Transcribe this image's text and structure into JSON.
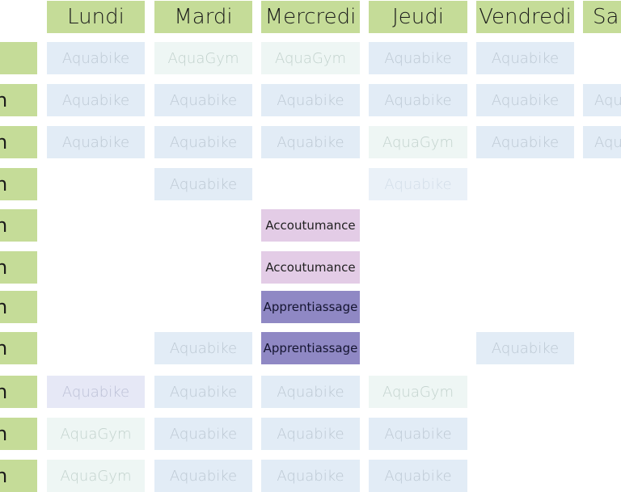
{
  "days": [
    "Lundi",
    "Mardi",
    "Mercredi",
    "Jeudi",
    "Vendredi",
    "Sam"
  ],
  "row_labels": [
    "",
    "h",
    "h",
    "h",
    "h",
    "h",
    "h",
    "h",
    "h",
    "h",
    "h"
  ],
  "cells": [
    {
      "row": 0,
      "day": 0,
      "label": "Aquabike",
      "style": "aquabike"
    },
    {
      "row": 0,
      "day": 1,
      "label": "AquaGym",
      "style": "aquagym"
    },
    {
      "row": 0,
      "day": 2,
      "label": "AquaGym",
      "style": "aquagym"
    },
    {
      "row": 0,
      "day": 3,
      "label": "Aquabike",
      "style": "aquabike"
    },
    {
      "row": 0,
      "day": 4,
      "label": "Aquabike",
      "style": "aquabike"
    },
    {
      "row": 1,
      "day": 0,
      "label": "Aquabike",
      "style": "aquabike"
    },
    {
      "row": 1,
      "day": 1,
      "label": "Aquabike",
      "style": "aquabike"
    },
    {
      "row": 1,
      "day": 2,
      "label": "Aquabike",
      "style": "aquabike"
    },
    {
      "row": 1,
      "day": 3,
      "label": "Aquabike",
      "style": "aquabike"
    },
    {
      "row": 1,
      "day": 4,
      "label": "Aquabike",
      "style": "aquabike"
    },
    {
      "row": 1,
      "day": 5,
      "label": "Aqu",
      "style": "aquabike"
    },
    {
      "row": 2,
      "day": 0,
      "label": "Aquabike",
      "style": "aquabike"
    },
    {
      "row": 2,
      "day": 1,
      "label": "Aquabike",
      "style": "aquabike"
    },
    {
      "row": 2,
      "day": 2,
      "label": "Aquabike",
      "style": "aquabike"
    },
    {
      "row": 2,
      "day": 3,
      "label": "AquaGym",
      "style": "aquagym"
    },
    {
      "row": 2,
      "day": 4,
      "label": "Aquabike",
      "style": "aquabike"
    },
    {
      "row": 2,
      "day": 5,
      "label": "Aqu",
      "style": "aquabike"
    },
    {
      "row": 3,
      "day": 1,
      "label": "Aquabike",
      "style": "aquabike"
    },
    {
      "row": 3,
      "day": 3,
      "label": "Aquabike",
      "style": "pale"
    },
    {
      "row": 4,
      "day": 2,
      "label": "Accoutumance",
      "style": "accout"
    },
    {
      "row": 5,
      "day": 2,
      "label": "Accoutumance",
      "style": "accout"
    },
    {
      "row": 6,
      "day": 2,
      "label": "Apprentiassage",
      "style": "appr"
    },
    {
      "row": 7,
      "day": 1,
      "label": "Aquabike",
      "style": "aquabike"
    },
    {
      "row": 7,
      "day": 2,
      "label": "Apprentiassage",
      "style": "appr"
    },
    {
      "row": 7,
      "day": 4,
      "label": "Aquabike",
      "style": "aquabike"
    },
    {
      "row": 8,
      "day": 0,
      "label": "Aquabike",
      "style": "lavender"
    },
    {
      "row": 8,
      "day": 1,
      "label": "Aquabike",
      "style": "aquabike"
    },
    {
      "row": 8,
      "day": 2,
      "label": "Aquabike",
      "style": "aquabike"
    },
    {
      "row": 8,
      "day": 3,
      "label": "AquaGym",
      "style": "aquagym"
    },
    {
      "row": 9,
      "day": 0,
      "label": "AquaGym",
      "style": "aquagym"
    },
    {
      "row": 9,
      "day": 1,
      "label": "Aquabike",
      "style": "aquabike"
    },
    {
      "row": 9,
      "day": 2,
      "label": "Aquabike",
      "style": "aquabike"
    },
    {
      "row": 9,
      "day": 3,
      "label": "Aquabike",
      "style": "aquabike"
    },
    {
      "row": 10,
      "day": 0,
      "label": "AquaGym",
      "style": "aquagym"
    },
    {
      "row": 10,
      "day": 1,
      "label": "Aquabike",
      "style": "aquabike"
    },
    {
      "row": 10,
      "day": 2,
      "label": "Aquabike",
      "style": "aquabike"
    },
    {
      "row": 10,
      "day": 3,
      "label": "Aquabike",
      "style": "aquabike"
    }
  ],
  "colors": {
    "header_green": "#c5dc98",
    "aquabike_bg": "#e2ecf6",
    "aquagym_bg": "#eef6f4",
    "accoutumance_bg": "#e3cce6",
    "apprentissage_bg": "#8f88c4"
  }
}
